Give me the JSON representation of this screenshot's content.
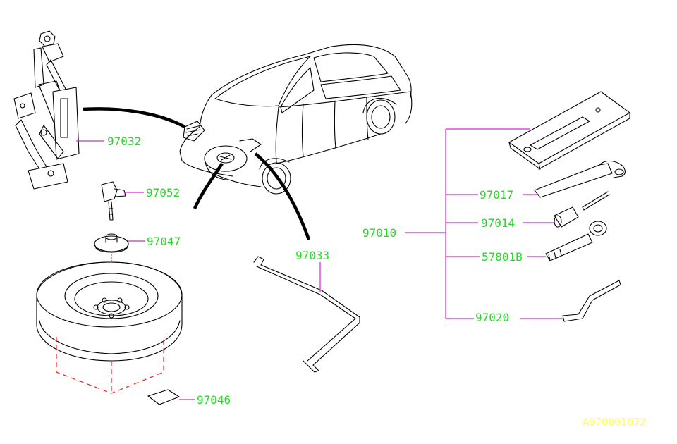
{
  "parts": {
    "jack": "97032",
    "jack_handle": "97052",
    "spare_cover": "97047",
    "spare_tire_label": "97046",
    "lever": "97033",
    "tool_kit": "97010",
    "wrench": "97017",
    "socket": "97014",
    "eye_bolt": "57801B",
    "hook": "97020"
  },
  "drawing_code": "A970001072",
  "colors": {
    "label": "#22dd22",
    "leader": "#dd22dd",
    "code": "#ffff55",
    "dashed": "#ee2222"
  }
}
